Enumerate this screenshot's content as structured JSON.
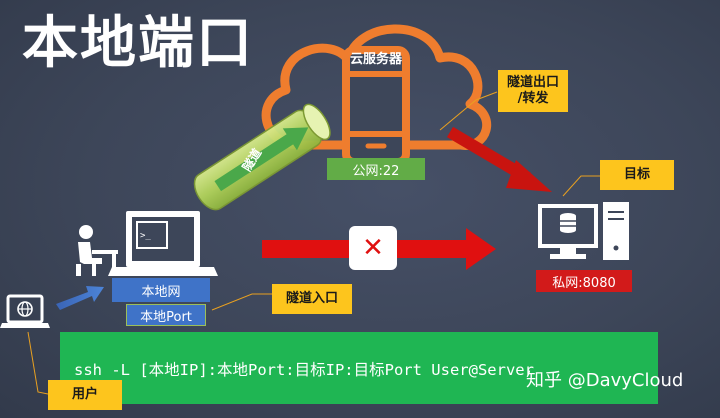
{
  "title": "本地端口",
  "cloud": {
    "label": "云服务器",
    "port_label": "公网:22"
  },
  "tunnel": {
    "label": "隧道"
  },
  "labels": {
    "tunnel_exit": "隧道出口\n/转发",
    "target": "目标",
    "tunnel_entry": "隧道入口",
    "user": "用户"
  },
  "local": {
    "net_label": "本地网",
    "port_label": "本地Port"
  },
  "target_host": {
    "port_label": "私网:8080"
  },
  "command": "ssh -L [本地IP]:本地Port:目标IP:目标Port  User@Server",
  "watermark": "知乎 @DavyCloud",
  "colors": {
    "background": "#3d4659",
    "cloud_orange": "#ef7d2e",
    "label_yellow": "#fdc51d",
    "port_green": "#62ac47",
    "command_green": "#1fb653",
    "arrow_red": "#e01010",
    "local_blue": "#3f73c8"
  }
}
